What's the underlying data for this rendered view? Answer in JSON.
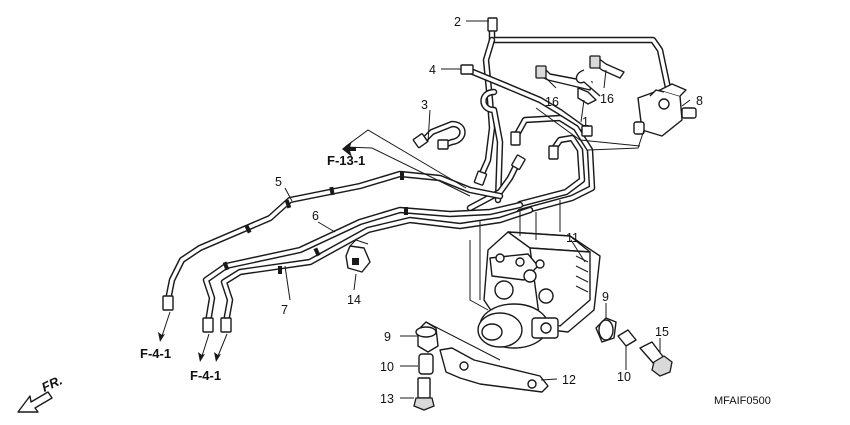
{
  "callouts": {
    "c1": "1",
    "c2": "2",
    "c3": "3",
    "c4": "4",
    "c5": "5",
    "c6": "6",
    "c7": "7",
    "c8": "8",
    "c9a": "9",
    "c9b": "9",
    "c10a": "10",
    "c10b": "10",
    "c11": "11",
    "c12": "12",
    "c13": "13",
    "c14": "14",
    "c15": "15",
    "c16a": "16",
    "c16b": "16"
  },
  "references": {
    "f13": "F-13-1",
    "f4a": "F-4-1",
    "f4b": "F-4-1"
  },
  "front_label": "FR.",
  "diagram_code": "MFAIF0500"
}
